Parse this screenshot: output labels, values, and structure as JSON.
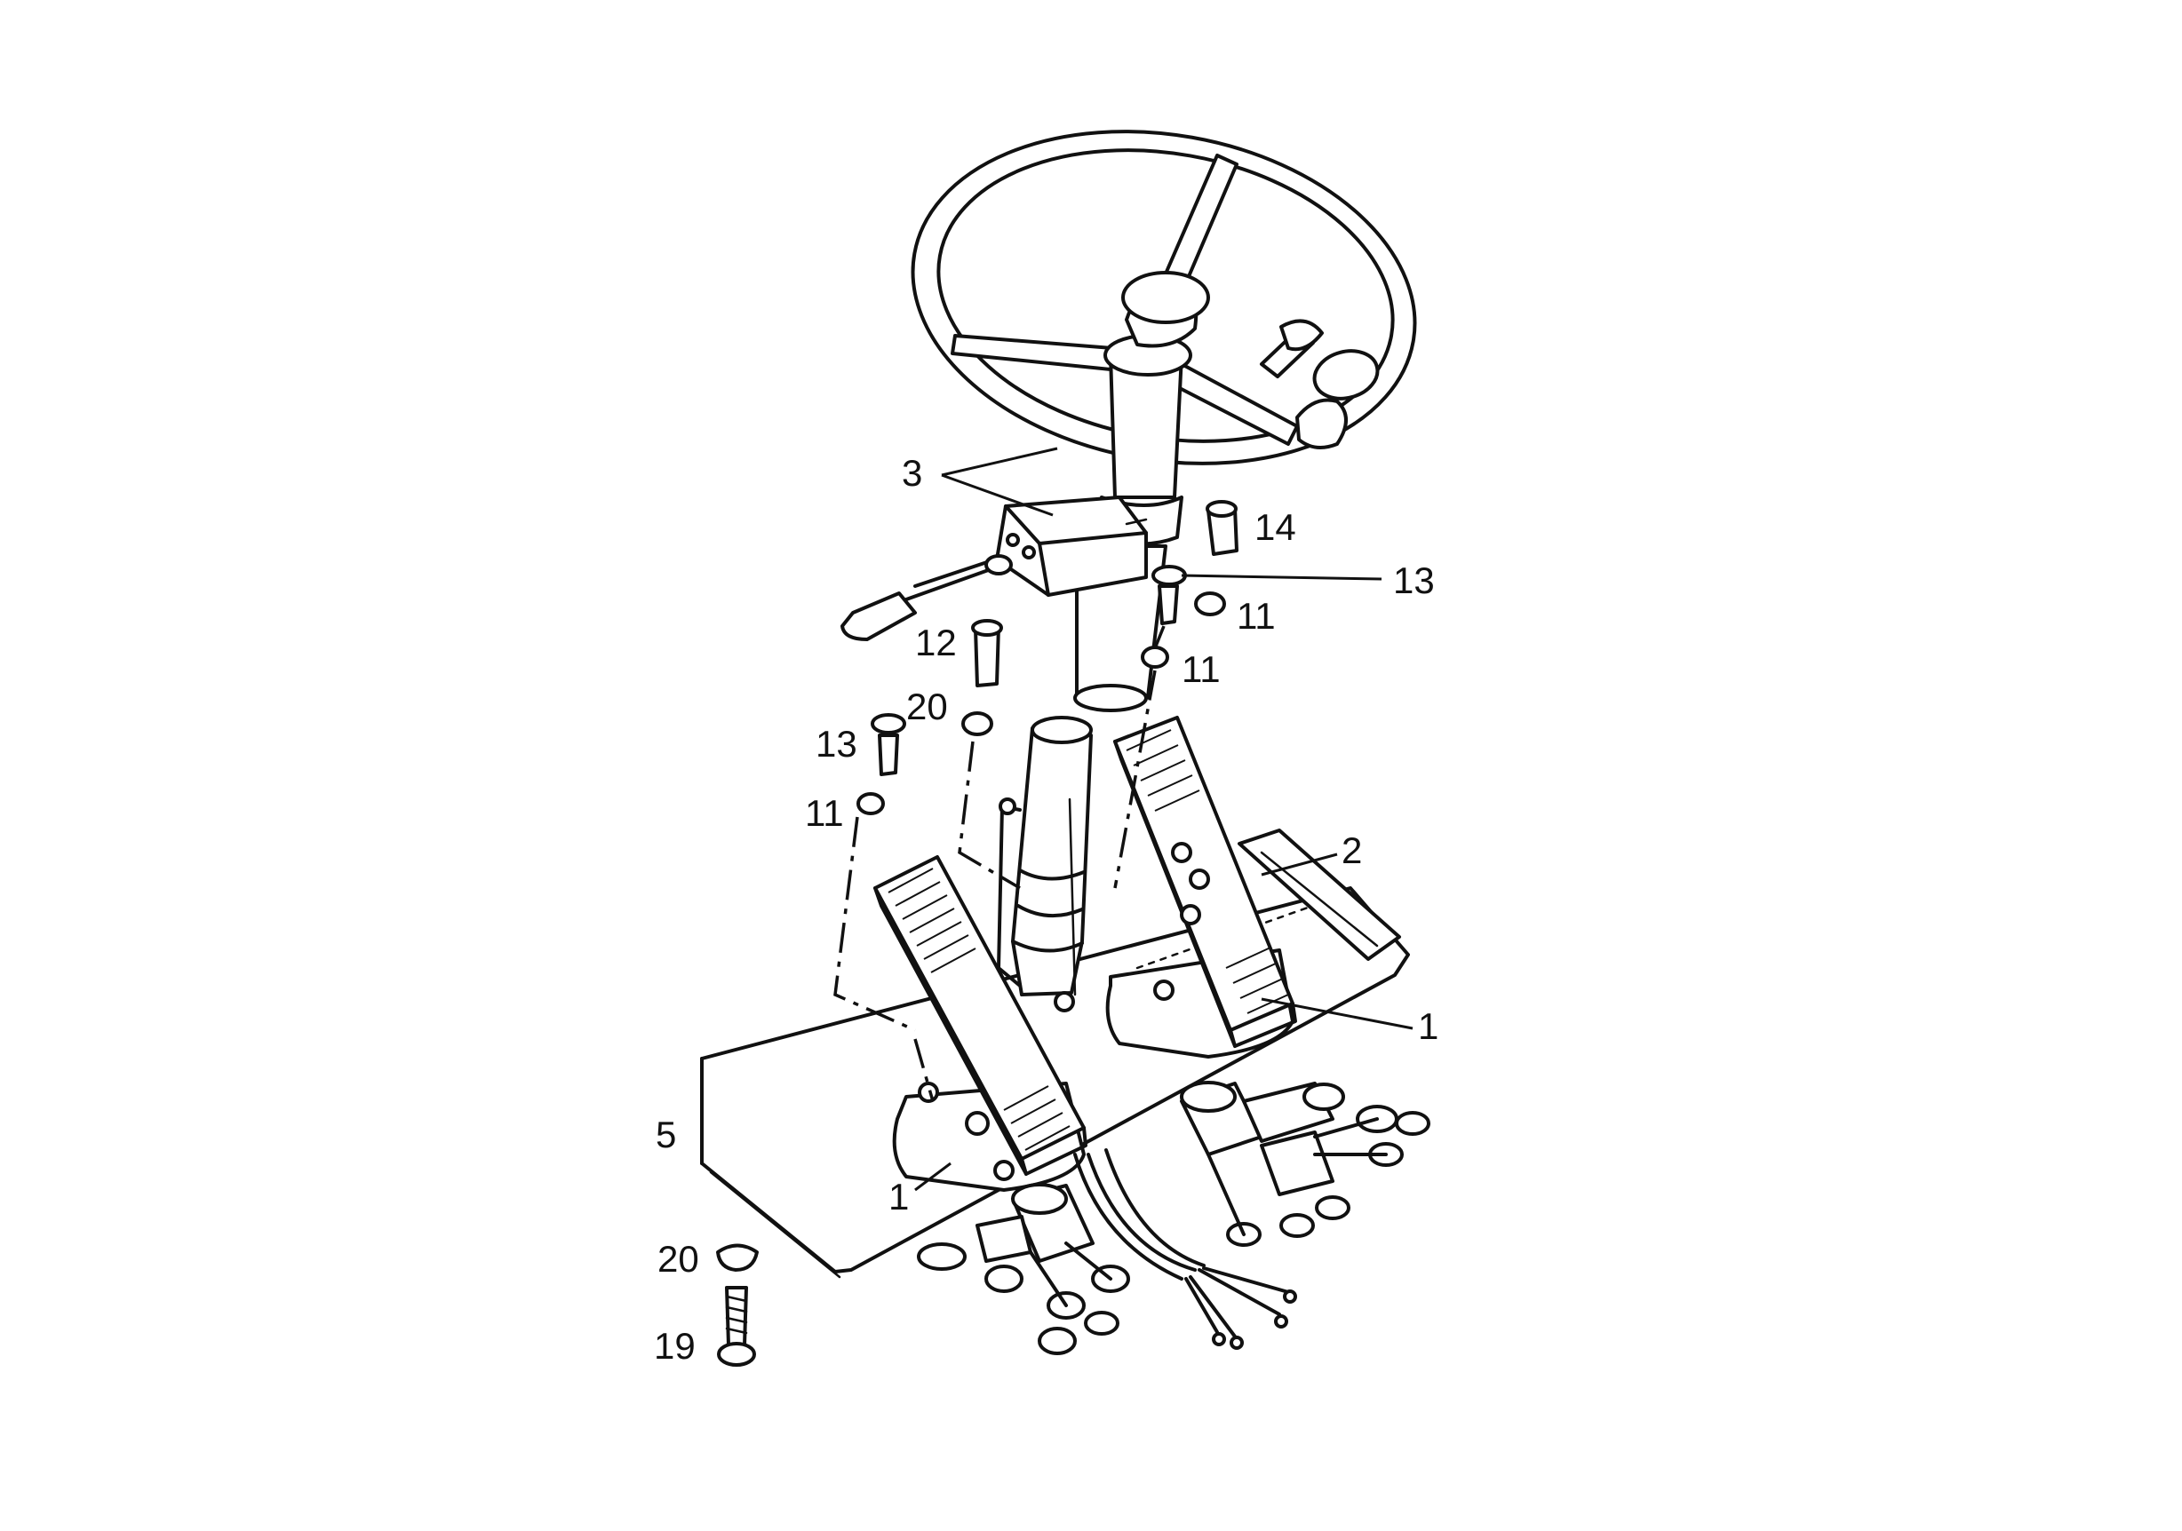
{
  "callouts": [
    {
      "id": "c3",
      "text": "3"
    },
    {
      "id": "c14",
      "text": "14"
    },
    {
      "id": "c13a",
      "text": "13"
    },
    {
      "id": "c11a",
      "text": "11"
    },
    {
      "id": "c11b",
      "text": "11"
    },
    {
      "id": "c12",
      "text": "12"
    },
    {
      "id": "c20a",
      "text": "20"
    },
    {
      "id": "c13b",
      "text": "13"
    },
    {
      "id": "c11c",
      "text": "11"
    },
    {
      "id": "c2",
      "text": "2"
    },
    {
      "id": "c1a",
      "text": "1"
    },
    {
      "id": "c5",
      "text": "5"
    },
    {
      "id": "c1b",
      "text": "1"
    },
    {
      "id": "c20b",
      "text": "20"
    },
    {
      "id": "c19",
      "text": "19"
    }
  ],
  "colors": {
    "ink": "#111111",
    "paper": "#ffffff"
  },
  "parts": [
    "steering-wheel",
    "combination-switch",
    "steering-column",
    "brake-pedal",
    "accelerator-pedal",
    "floor-plate",
    "hydraulic-valve",
    "cap-screw",
    "washer"
  ]
}
